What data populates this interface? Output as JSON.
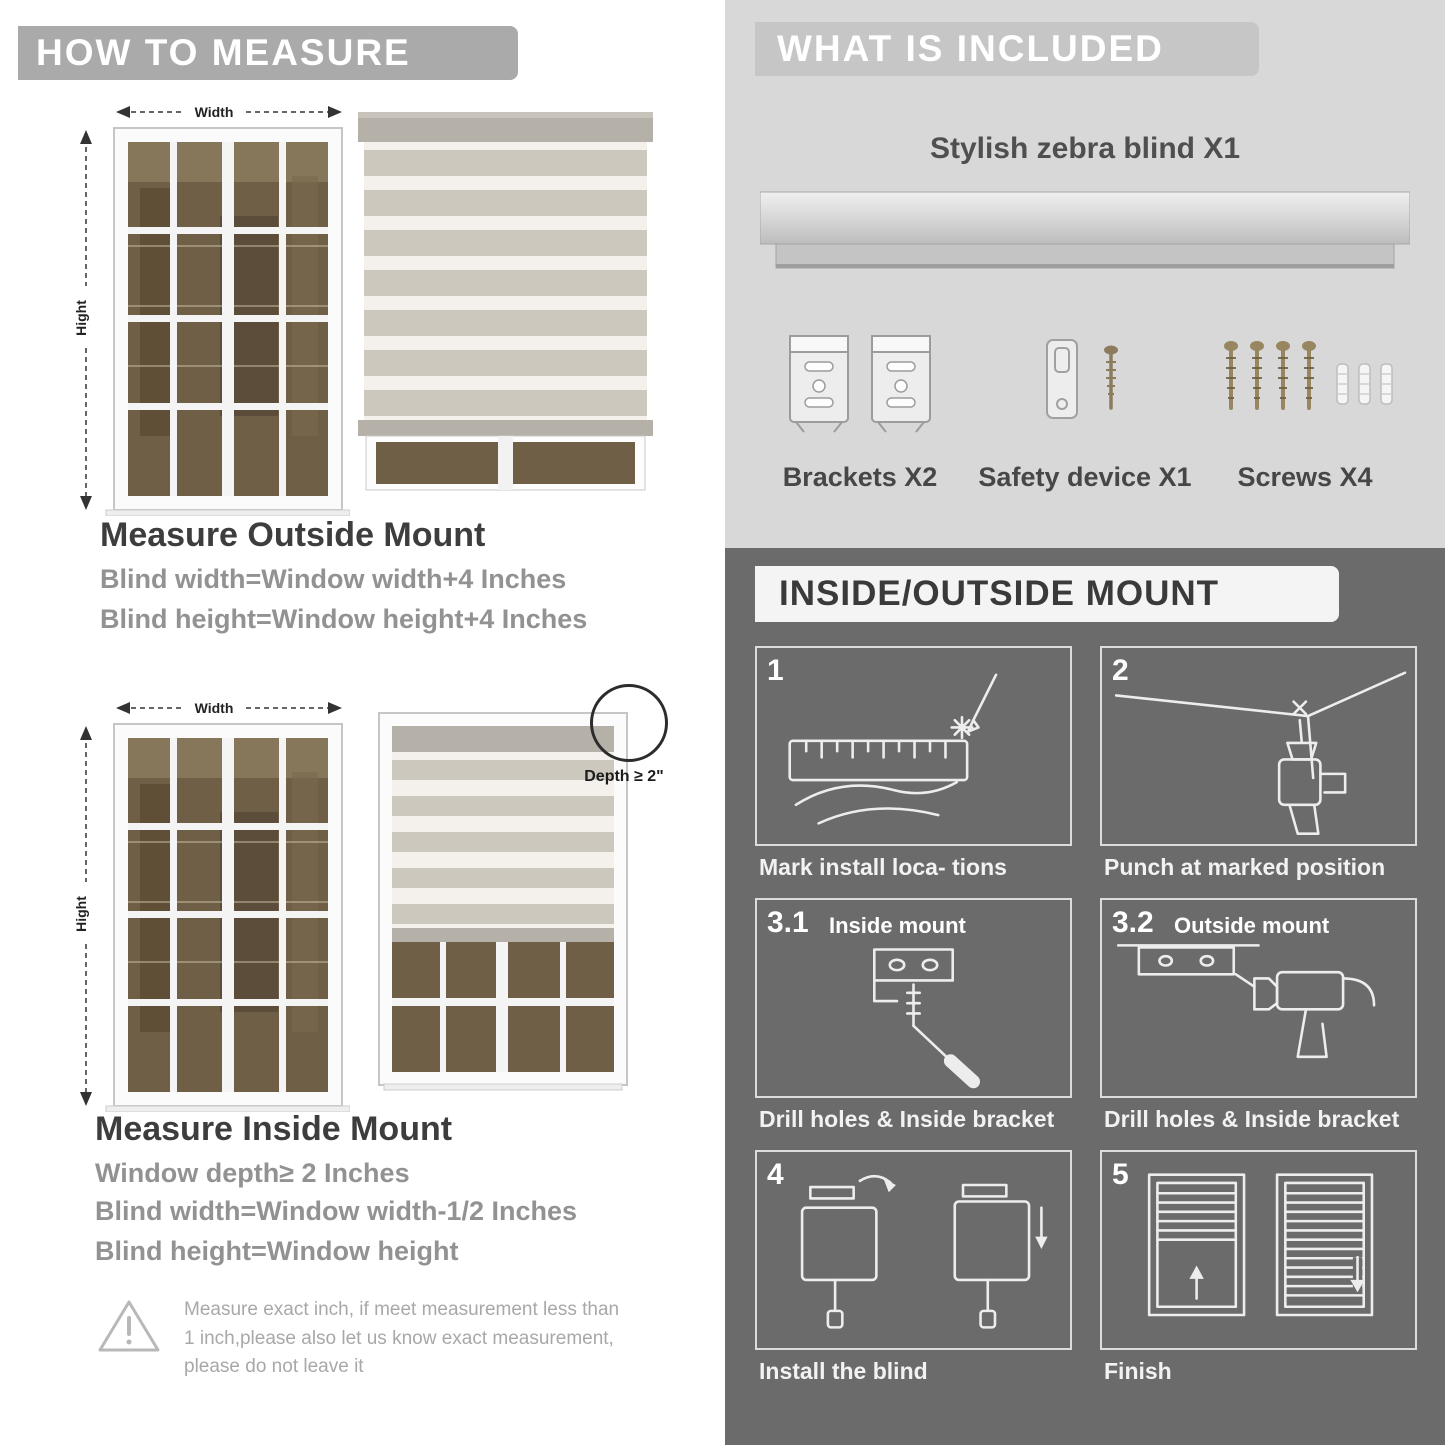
{
  "colors": {
    "banner_gray": "#aaaaaa",
    "included_bg": "#d8d8d8",
    "included_banner": "#c6c6c6",
    "mount_bg": "#6b6b6b",
    "heading_text": "#3d3d3d",
    "body_text_gray": "#929292",
    "blind_stripe_gray": "#cdc8be",
    "blind_sheer": "#f4f1ec"
  },
  "left": {
    "header": "HOW TO MEASURE",
    "width_label": "Width",
    "height_label": "Hight",
    "outside": {
      "heading": "Measure Outside Mount",
      "line1": "Blind width=Window width+4 Inches",
      "line2": "Blind height=Window height+4 Inches"
    },
    "inside": {
      "depth_label": "Depth ≥ 2\"",
      "heading": "Measure Inside Mount",
      "line1": "Window depth≥ 2 Inches",
      "line2": "Blind width=Window width-1/2 Inches",
      "line3": "Blind height=Window height"
    },
    "warning": "Measure exact inch, if meet measurement less than 1 inch,please also let us know exact measurement, please do not leave it"
  },
  "included": {
    "header": "WHAT IS INCLUDED",
    "blind_label": "Stylish zebra blind X1",
    "items": [
      {
        "label": "Brackets X2"
      },
      {
        "label": "Safety device X1"
      },
      {
        "label": "Screws X4"
      }
    ]
  },
  "mount": {
    "header": "INSIDE/OUTSIDE MOUNT",
    "steps": [
      {
        "num": "1",
        "sub": "",
        "caption": "Mark install loca- tions"
      },
      {
        "num": "2",
        "sub": "",
        "caption": "Punch at  marked position"
      },
      {
        "num": "3.1",
        "sub": "Inside mount",
        "caption": "Drill holes &  Inside bracket"
      },
      {
        "num": "3.2",
        "sub": "Outside mount",
        "caption": "Drill holes &  Inside bracket"
      },
      {
        "num": "4",
        "sub": "",
        "caption": "Install the blind"
      },
      {
        "num": "5",
        "sub": "",
        "caption": "Finish"
      }
    ]
  }
}
